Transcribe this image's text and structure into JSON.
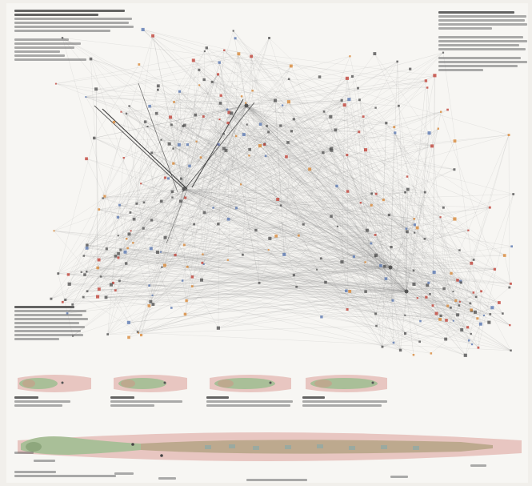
{
  "palette": {
    "background": "#f7f6f3",
    "edge": "#8c8c8c",
    "edge_dark": "#2b2b2b",
    "node_red": "#c2443a",
    "node_blue": "#5b79b3",
    "node_orange": "#d98a3a",
    "node_gray": "#555555",
    "tissue_pink": "#e8c6c1",
    "tissue_green": "#a9bf98",
    "tissue_tan": "#bda98e"
  },
  "icons": {
    "node": "circle-node-icon",
    "connection": "connection-line-icon"
  },
  "stages": [
    {
      "id": "stage-1"
    },
    {
      "id": "stage-2"
    },
    {
      "id": "stage-3"
    },
    {
      "id": "stage-4"
    }
  ]
}
